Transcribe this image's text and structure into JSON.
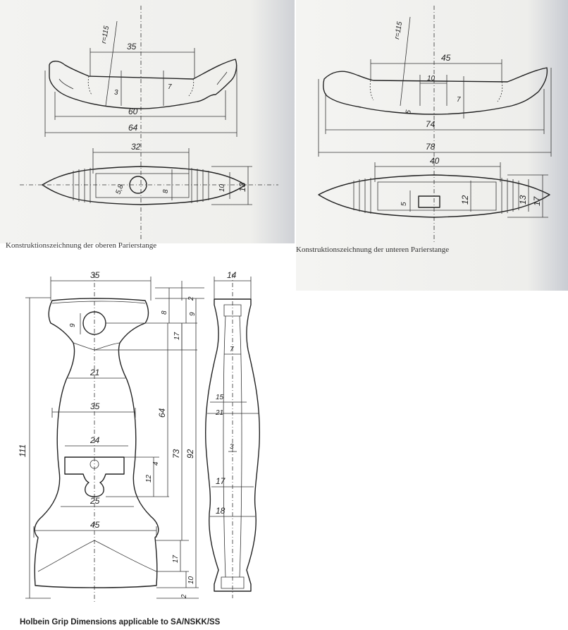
{
  "upper": {
    "caption": "Konstruktionszeichnung der oberen Parierstange",
    "side": {
      "radius": "r=115",
      "top": "35",
      "d3": "3",
      "d7": "7",
      "inner": "60",
      "overall": "64"
    },
    "plan": {
      "length": "32",
      "hole": "5,8",
      "d8": "8",
      "d10": "10",
      "d13": "13"
    }
  },
  "lower": {
    "caption": "Konstruktionszeichnung der unteren Parierstange",
    "side": {
      "radius": "r=115",
      "top": "45",
      "slot": "10",
      "d5": "5",
      "d7": "7",
      "inner": "74",
      "overall": "78"
    },
    "plan": {
      "length": "40",
      "d5": "5",
      "d12": "12",
      "d13": "13",
      "d17": "17"
    }
  },
  "grip": {
    "caption": "Holbein Grip Dimensions applicable to SA/NSKK/SS",
    "front": {
      "top": "35",
      "hole": "9",
      "d21": "21",
      "d35": "35",
      "d24": "24",
      "d25": "25",
      "d45": "45",
      "overall": "111",
      "h2a": "2",
      "h8": "8",
      "h9": "9",
      "h17a": "17",
      "h64": "64",
      "h73": "73",
      "h92": "92",
      "h12": "12",
      "h4": "4",
      "h17b": "17",
      "h10": "10",
      "h2b": "2"
    },
    "side": {
      "top": "14",
      "d7": "7",
      "d15": "15",
      "d21": "21",
      "d3": "3",
      "d17": "17",
      "d18": "18"
    }
  }
}
